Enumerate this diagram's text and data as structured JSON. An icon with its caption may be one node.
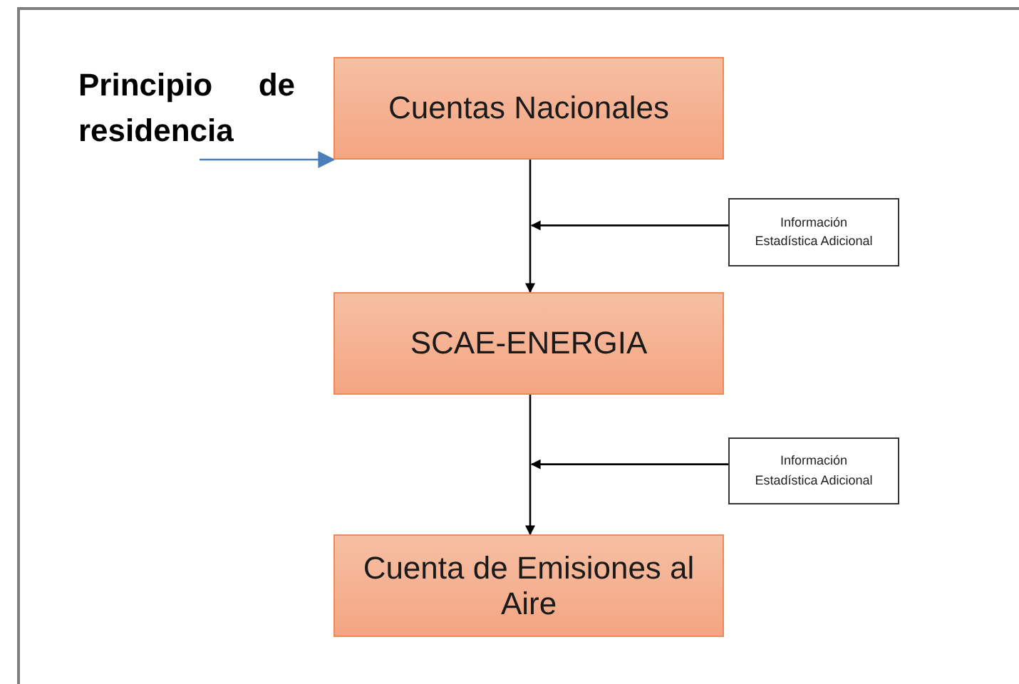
{
  "diagram": {
    "nodes": [
      {
        "text": [
          "Principio de residencia"
        ]
      },
      {
        "text": [
          "Cuentas Nacionales"
        ]
      },
      {
        "text": [
          "Información Estadística Adicional"
        ]
      },
      {
        "text": [
          "SCAE-ENERGIA"
        ]
      },
      {
        "text": [
          "Información Estadística Adicional"
        ]
      },
      {
        "text": [
          "Cuenta de Emisiones al Aire"
        ]
      }
    ],
    "edges": [
      {
        "from": 0,
        "to": 1,
        "arrow": "to",
        "color": "#4a7ebb"
      },
      {
        "from": 1,
        "to": 3,
        "arrow": "to"
      },
      {
        "from": 2,
        "to": null,
        "arrow": "to"
      },
      {
        "from": 3,
        "to": 5,
        "arrow": "to"
      },
      {
        "from": 4,
        "to": null,
        "arrow": "to"
      }
    ]
  }
}
